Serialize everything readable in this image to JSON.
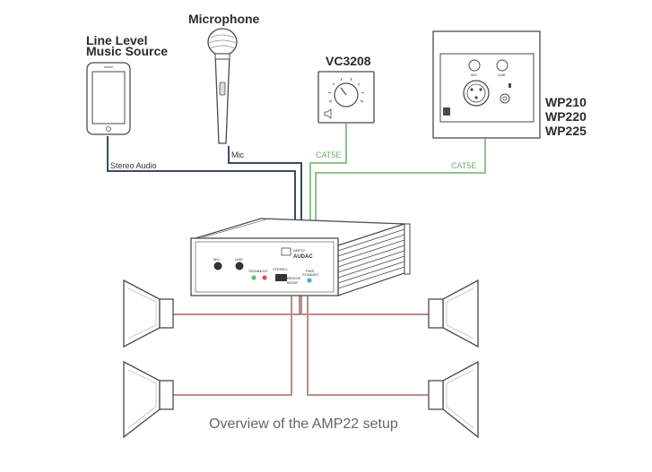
{
  "devices": {
    "source_title_line1": "Line Level",
    "source_title_line2": "Music Source",
    "microphone_title": "Microphone",
    "vc_title": "VC3208",
    "wp_models": [
      "WP210",
      "WP220",
      "WP225"
    ]
  },
  "cables": {
    "stereo_audio": "Stereo Audio",
    "mic": "Mic",
    "cat5e_vc": "CAT5E",
    "cat5e_wp": "CAT5E"
  },
  "wallplate": {
    "mic_label": "MIC",
    "line_label": "LINE"
  },
  "amplifier": {
    "brand_line1": "AMP22",
    "brand_line2": "AUDAC",
    "knob1_label": "MIC",
    "knob2_label": "LINE",
    "led1_label": "SIGNAL",
    "led2_label": "CLIP",
    "switch_label": "STEREO",
    "switch_sub1": "BRIDGE",
    "switch_sub2": "MODE",
    "led3_label": "PWR",
    "led3_sub": "STANDBY"
  },
  "colors": {
    "audio_cable": "#3d4a66",
    "cat5e_cable": "#8fc48f",
    "speaker_cable": "#c08a85",
    "outline": "#4a4a4a"
  },
  "caption": "Overview of the AMP22 setup"
}
